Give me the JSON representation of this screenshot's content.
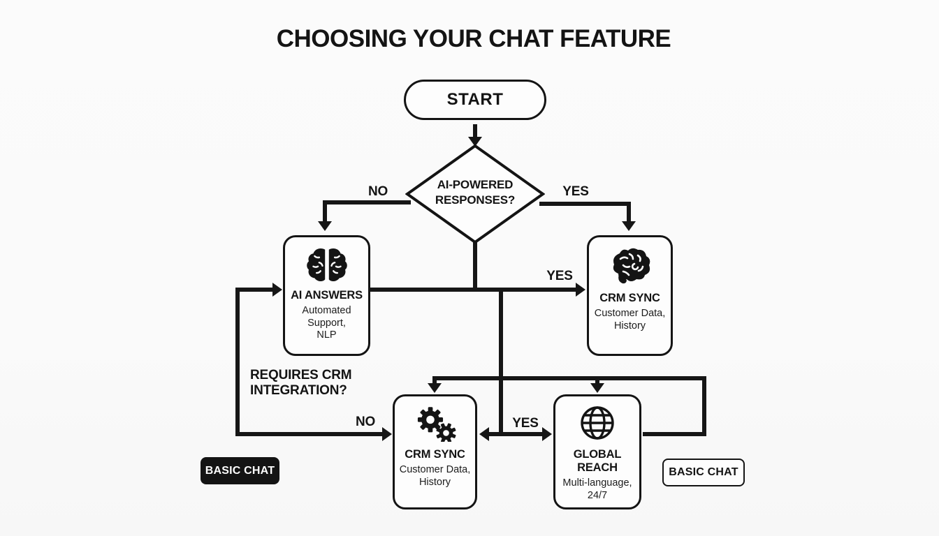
{
  "title": "CHOOSING YOUR CHAT FEATURE",
  "colors": {
    "line": "#161616",
    "node_border": "#141414",
    "node_bg": "#fdfdfd",
    "canvas_bg": "#fafafa",
    "filled_tag_bg": "#141414",
    "filled_tag_text": "#ffffff"
  },
  "flow": {
    "start_label": "START",
    "decision1_label": "AI-POWERED RESPONSES?",
    "decision2_label": "REQUIRES CRM INTEGRATION?",
    "edges": {
      "no_top": "NO",
      "yes_top": "YES",
      "yes_mid": "YES",
      "no_bottom": "NO",
      "yes_bottom": "YES"
    },
    "nodes": {
      "ai_answers": {
        "icon": "brain-top-icon",
        "title": "AI ANSWERS",
        "subtitle": "Automated Support, NLP"
      },
      "crm_sync_top": {
        "icon": "brain-side-icon",
        "title": "CRM SYNC",
        "subtitle": "Customer Data, History"
      },
      "crm_sync_bottom": {
        "icon": "gears-icon",
        "title": "CRM SYNC",
        "subtitle": "Customer Data, History"
      },
      "global_reach": {
        "icon": "globe-icon",
        "title": "GLOBAL REACH",
        "subtitle": "Multi-language, 24/7"
      },
      "basic_chat_left": {
        "label": "BASIC CHAT"
      },
      "basic_chat_right": {
        "label": "BASIC CHAT"
      }
    }
  }
}
